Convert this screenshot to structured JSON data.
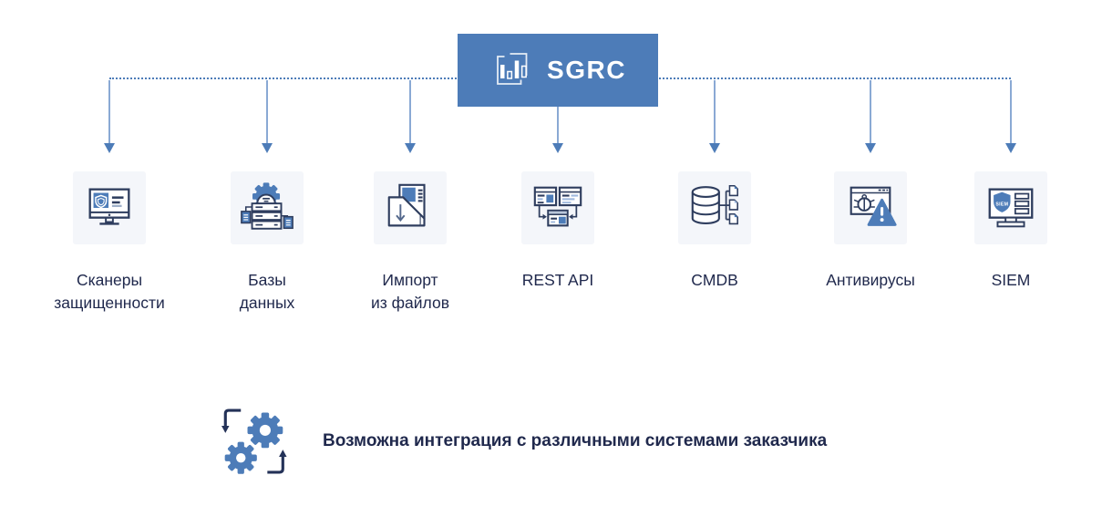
{
  "diagram": {
    "title": "SGRC",
    "accent_color": "#4d7cb8",
    "outline_color": "#2e3d5e",
    "text_color": "#20294d",
    "tile_background": "#f4f6fa",
    "logo_icon": "bar-chart-logo-icon"
  },
  "nodes": [
    {
      "label": "Сканеры\nзащищенности",
      "icon": "security-scanner-icon"
    },
    {
      "label": "Базы\nданных",
      "icon": "database-gear-icon"
    },
    {
      "label": "Импорт\nиз файлов",
      "icon": "file-import-icon"
    },
    {
      "label": "REST API",
      "icon": "rest-api-icon"
    },
    {
      "label": "CMDB",
      "icon": "cmdb-icon"
    },
    {
      "label": "Антивирусы",
      "icon": "antivirus-icon"
    },
    {
      "label": "SIEM",
      "icon": "siem-monitor-icon",
      "icon_text": "SIEM"
    }
  ],
  "footer": {
    "text": "Возможна интеграция с различными системами заказчика",
    "icon": "integration-gears-icon"
  }
}
